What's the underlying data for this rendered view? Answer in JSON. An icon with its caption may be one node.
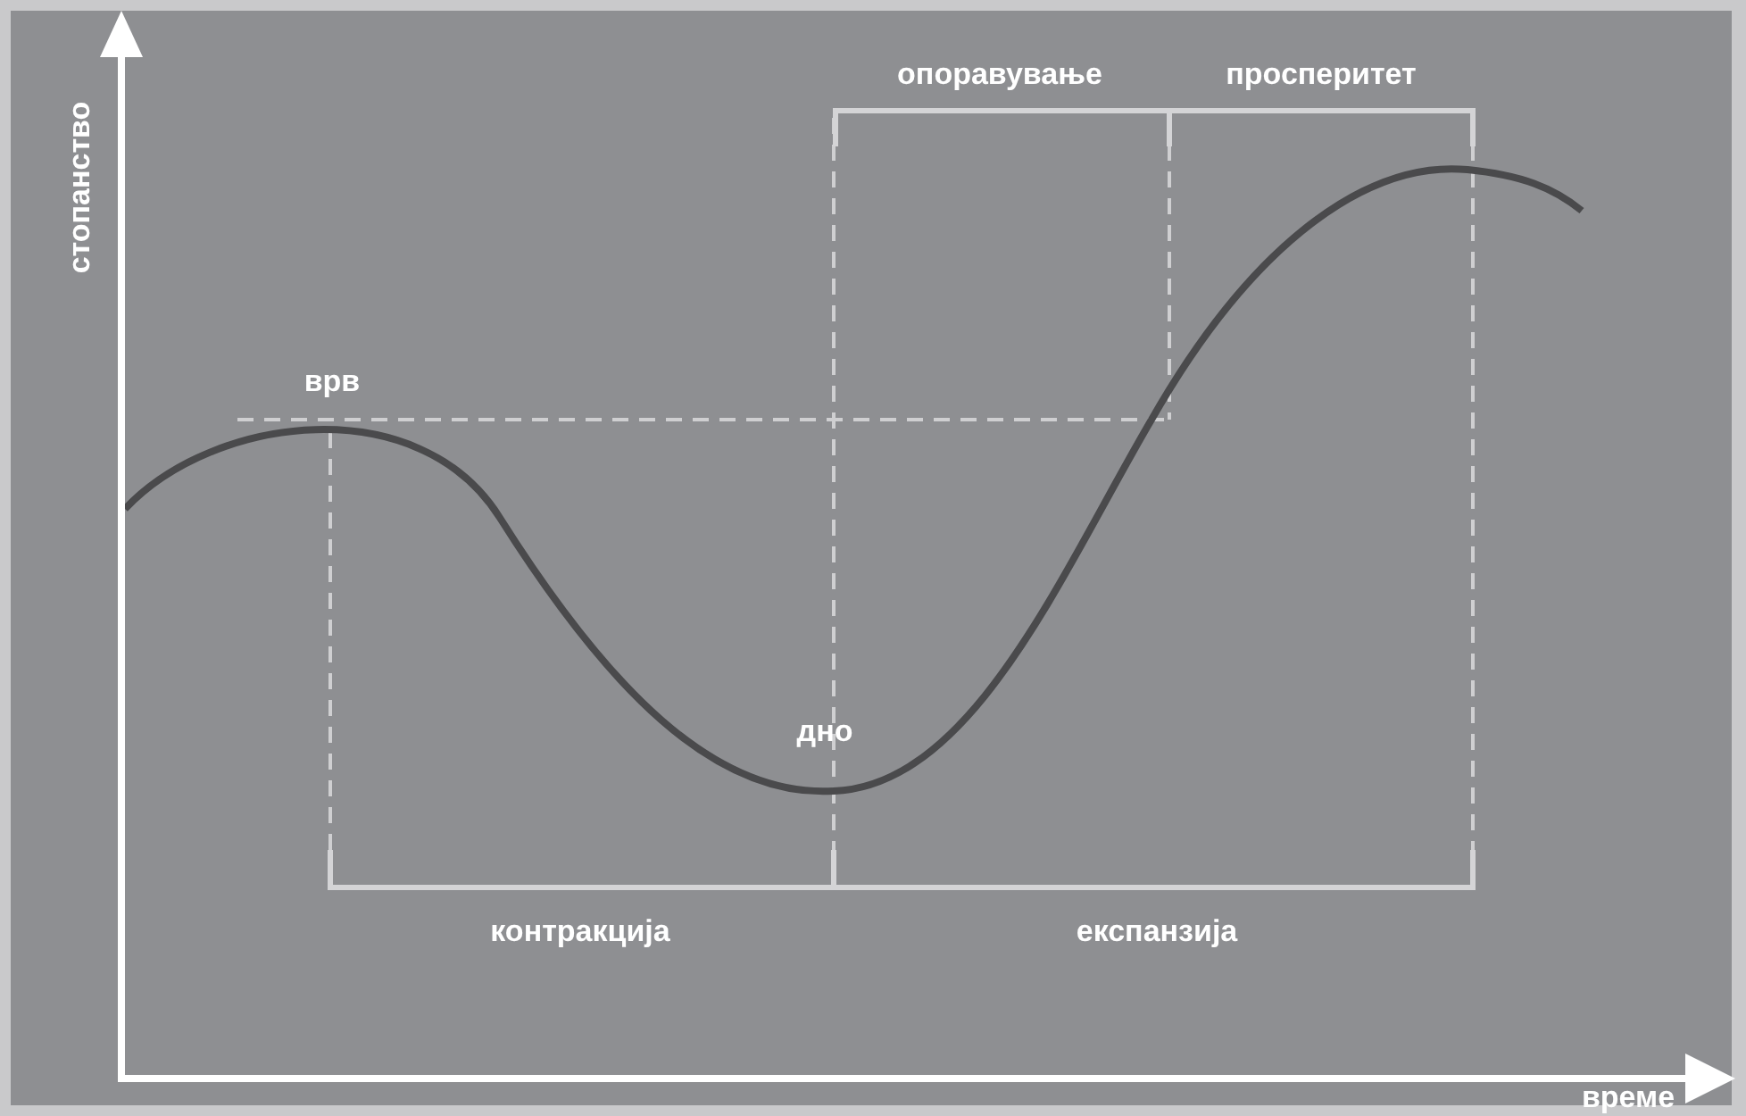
{
  "diagram": {
    "labels": [
      "опоравување",
      "просперитет",
      "стопанство",
      "врв",
      "дно",
      "контракција",
      "експанзија",
      "време"
    ]
  }
}
